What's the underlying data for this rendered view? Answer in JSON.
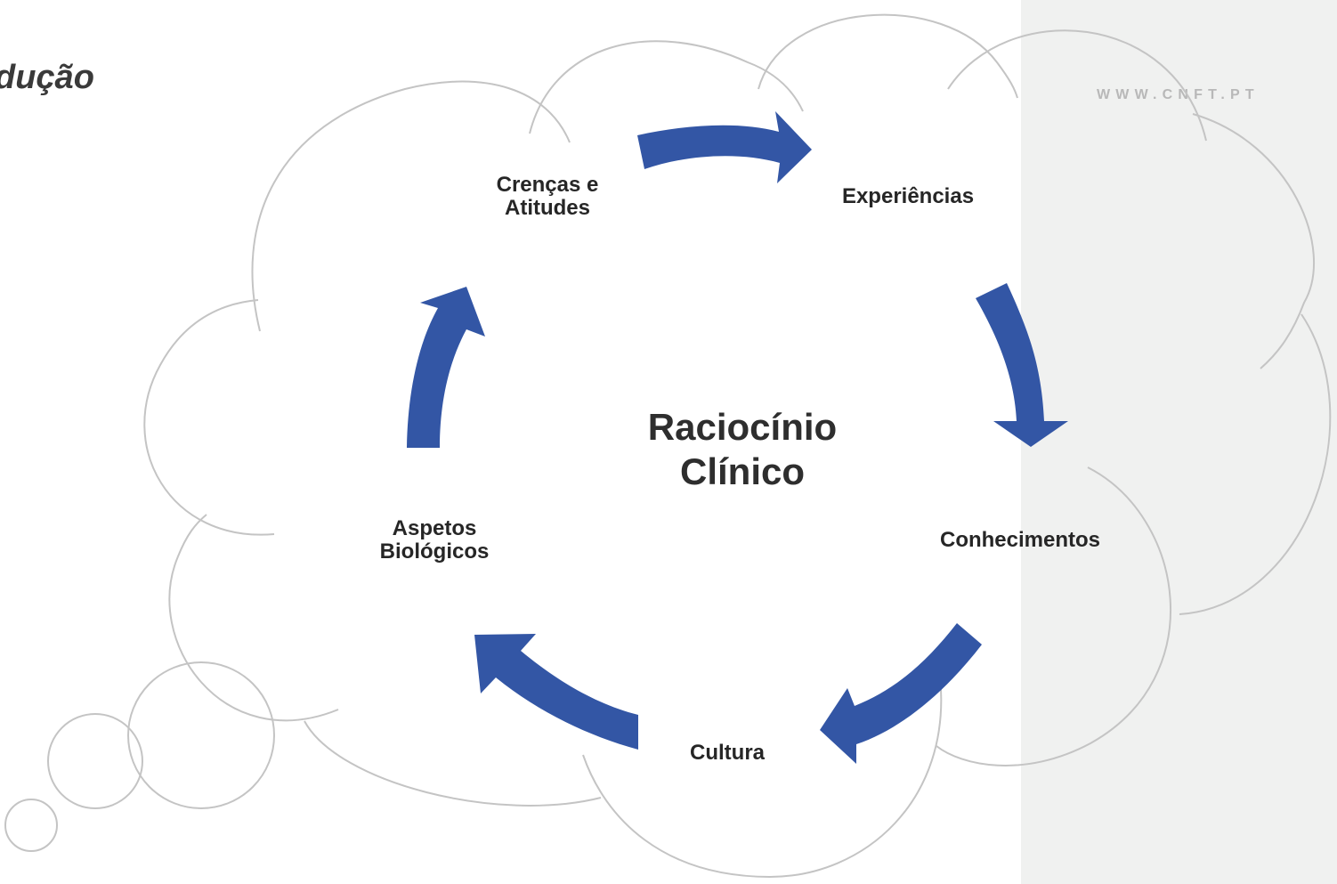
{
  "header": {
    "title": "dução",
    "site_url": "WWW.CNFT.PT"
  },
  "diagram": {
    "center": "Raciocínio\nClínico",
    "nodes": [
      "Crenças e\nAtitudes",
      "Experiências",
      "Conhecimentos",
      "Cultura",
      "Aspetos\nBiológicos"
    ]
  },
  "colors": {
    "arrow": "#3356a5",
    "cloud_outline": "#c4c4c4",
    "right_panel": "#f0f1f0",
    "url_text": "#b8b8b8"
  }
}
